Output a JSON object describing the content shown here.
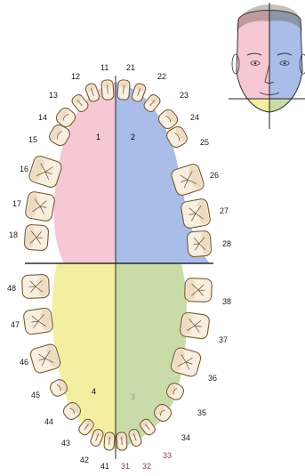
{
  "quadrants": [
    {
      "label": "1",
      "color": "#f6c7d4"
    },
    {
      "label": "2",
      "color": "#a9bde8"
    },
    {
      "label": "3",
      "color": "#c9dba8"
    },
    {
      "label": "4",
      "color": "#f4efa0"
    }
  ],
  "upper_right_teeth": [
    "11",
    "12",
    "13",
    "14",
    "15",
    "16",
    "17",
    "18"
  ],
  "upper_left_teeth": [
    "21",
    "22",
    "23",
    "24",
    "25",
    "26",
    "27",
    "28"
  ],
  "lower_left_teeth": [
    "31",
    "32",
    "33",
    "34",
    "35",
    "36",
    "37",
    "38"
  ],
  "lower_right_teeth": [
    "41",
    "42",
    "43",
    "44",
    "45",
    "46",
    "47",
    "48"
  ],
  "colors": {
    "tooth_fill": "#f8efe1",
    "tooth_outline": "#7a5a35",
    "tooth_shade": "#d9b98c",
    "divider": "#2a2a2a",
    "face_skin": "#f3d6c4"
  }
}
